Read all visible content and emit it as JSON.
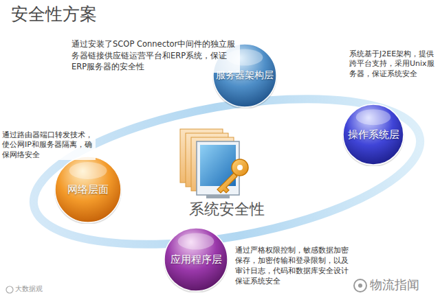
{
  "diagram": {
    "title": "安全性方案",
    "nodes": [
      {
        "text": [
          "服务器架构层"
        ]
      },
      {
        "text": [
          "操作系统层"
        ]
      },
      {
        "text": [
          "网络层面"
        ]
      },
      {
        "text": [
          "应用程序层"
        ]
      }
    ],
    "labels": [
      "通过安装了SCOP Connector中间件的独立服务器链接供应链运营平台和ERP系统，保证ERP服务器的安全性",
      "系统基于J2EE架构，提供跨平台支持，采用Unix服务器，保证系统安全",
      "通过路由器端口转发技术，使公网IP和服务器隔离，确保网络安全",
      "通过严格权限控制，敏感数据加密保存，加密传输和登录限制，以及审计日志，代码和数据库安全设计保证系统安全",
      "系统安全性",
      "物流指闻",
      "大数据观"
    ]
  }
}
